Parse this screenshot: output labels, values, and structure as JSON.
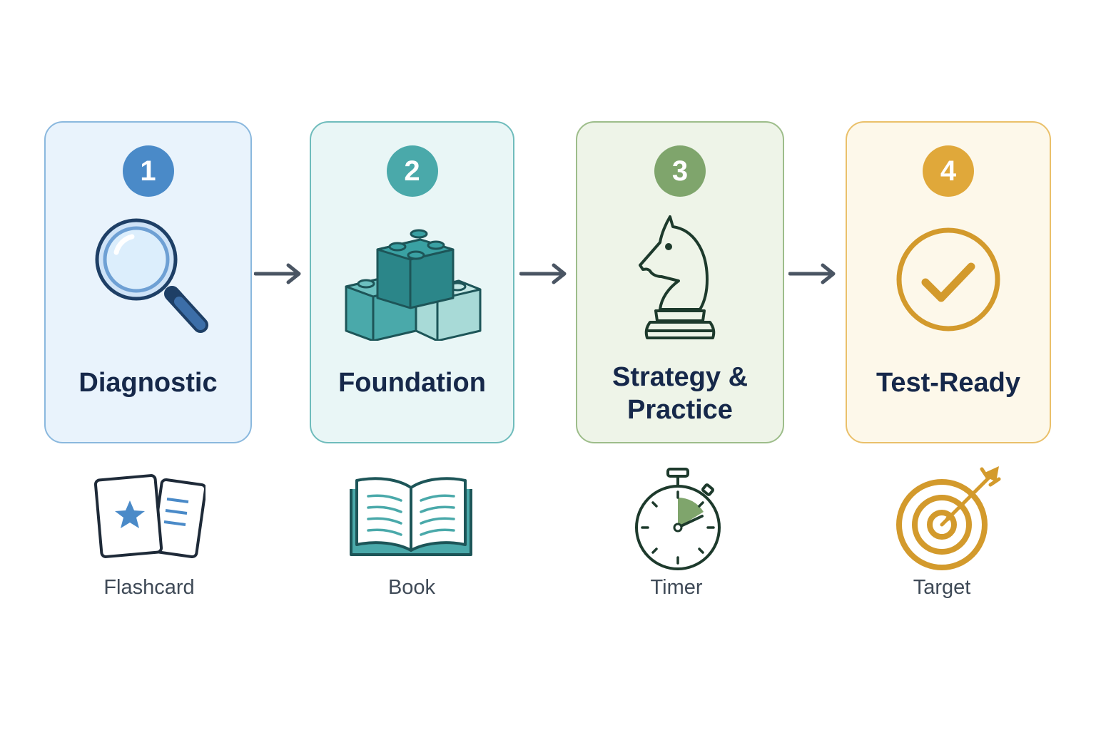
{
  "steps": [
    {
      "number": "1",
      "title": "Diagnostic",
      "icon": "magnifier-icon",
      "color": "#4a8ac8"
    },
    {
      "number": "2",
      "title": "Foundation",
      "icon": "building-blocks-icon",
      "color": "#4aa9aa"
    },
    {
      "number": "3",
      "title": "Strategy &\nPractice",
      "icon": "chess-knight-icon",
      "color": "#7fa56c"
    },
    {
      "number": "4",
      "title": "Test-Ready",
      "icon": "check-circle-icon",
      "color": "#e0a83a"
    }
  ],
  "resources": [
    {
      "label": "Flashcard",
      "icon": "flashcard-icon"
    },
    {
      "label": "Book",
      "icon": "book-icon"
    },
    {
      "label": "Timer",
      "icon": "timer-icon"
    },
    {
      "label": "Target",
      "icon": "target-icon"
    }
  ],
  "connector_icon": "arrow-right-icon"
}
